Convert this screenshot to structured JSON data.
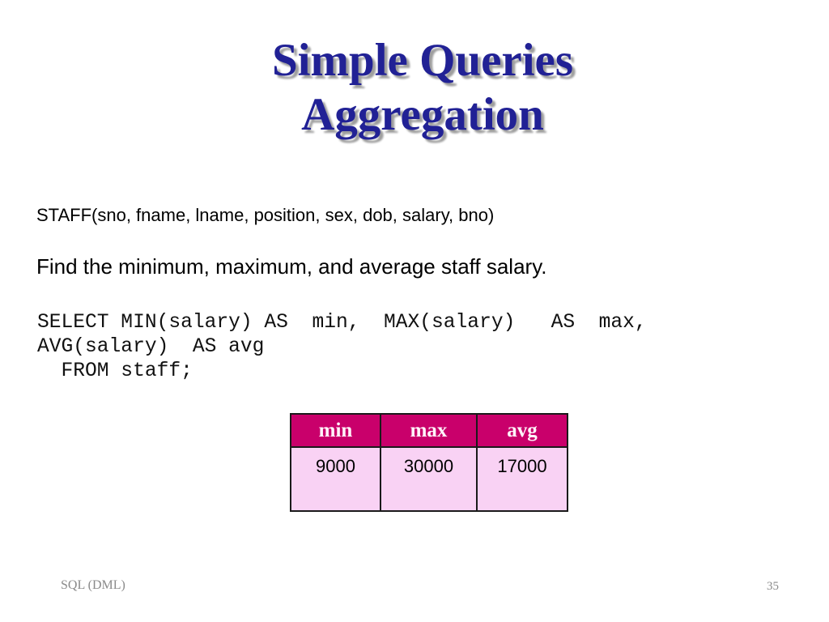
{
  "slide": {
    "title_lines": [
      "Simple Queries",
      "Aggregation"
    ],
    "schema_line": "STAFF(sno, fname, lname, position, sex, dob, salary, bno)",
    "task_line": "Find the minimum, maximum, and average staff salary.",
    "sql_code": "SELECT MIN(salary) AS  min,  MAX(salary)   AS  max,\nAVG(salary)  AS avg\n  FROM staff;",
    "footer_left": "SQL (DML)",
    "page_number": "35"
  },
  "result_table": {
    "headers": [
      "min",
      "max",
      "avg"
    ],
    "rows": [
      [
        "9000",
        "30000",
        "17000"
      ]
    ]
  },
  "colors": {
    "background": "#FFFFFF",
    "title": "#212195",
    "title_shadow": "#9E9E9E",
    "body_text": "#000000",
    "code_text": "#111111",
    "footer_text": "#8A8A8A",
    "table_header_bg": "#C9006B",
    "table_header_text": "#FFF4FA",
    "table_row_bg": "#F9D2F4",
    "table_border": "#1A1A1A"
  }
}
